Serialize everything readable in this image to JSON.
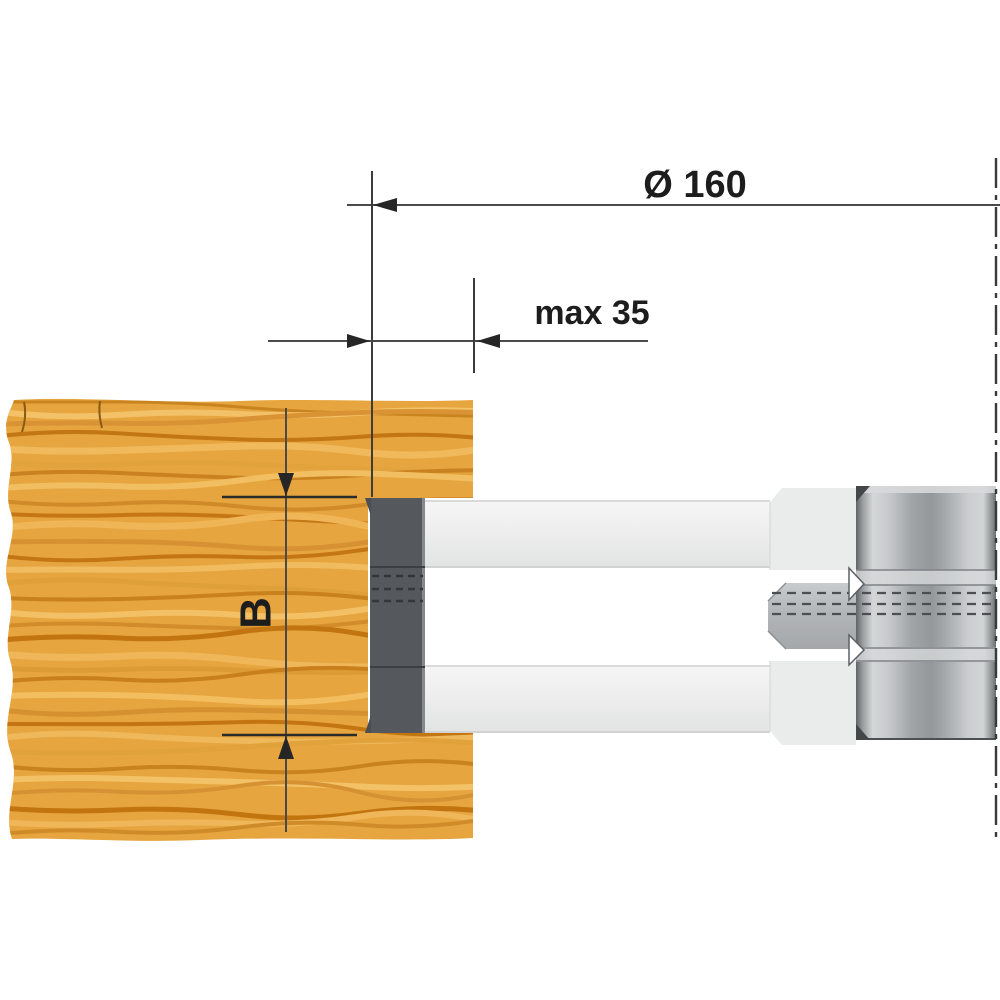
{
  "diagram_labels": {
    "diameter": "Ø 160",
    "max_depth": "max 35",
    "groove_width": "B"
  },
  "colors": {
    "background": "#FFFFFF",
    "dimension_lines": "#4A4A4A",
    "label_text": "#1D1D1D",
    "wood_base": "#E6A53E",
    "wood_highlight": "#F3C167",
    "wood_shadow": "#C27714",
    "knife_block": "#55585C",
    "cutter_body": "#EFEFEF",
    "clamp_nut": "#B6B9BB",
    "hub_mid": "#9B9FA2"
  }
}
